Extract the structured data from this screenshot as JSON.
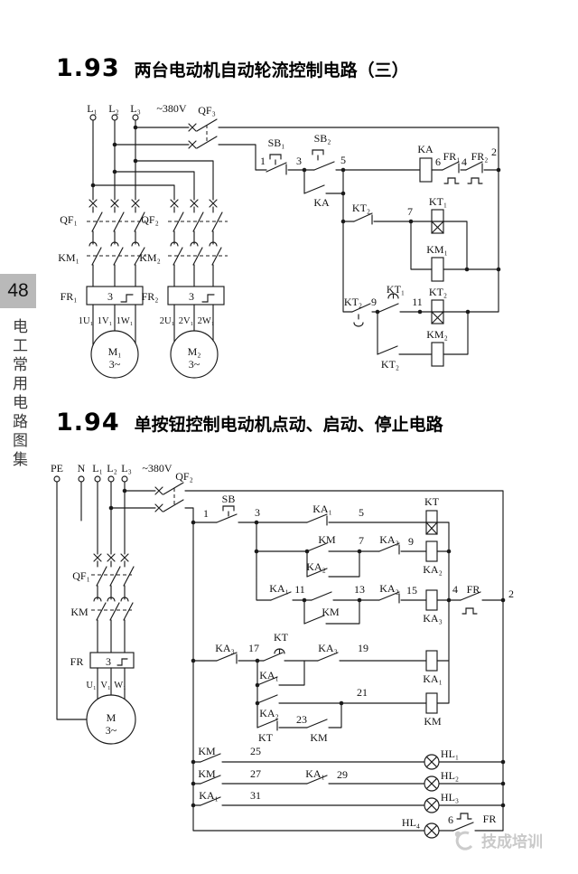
{
  "page": {
    "number": "48",
    "sidebar_title": "电工常用电路图集",
    "watermark": "技成培训"
  },
  "fig193": {
    "number": "1.93",
    "title": "两台电动机自动轮流控制电路（三）",
    "labels": {
      "l1": "L₁",
      "l2": "L₂",
      "l3": "L₃",
      "v380": "~380V",
      "qf3": "QF₃",
      "sb1": "SB₁",
      "sb2": "SB₂",
      "ka": "KA",
      "kt1": "KT₁",
      "kt2": "KT₂",
      "km1": "KM₁",
      "km2": "KM₂",
      "fr1": "FR₁",
      "fr2": "FR₂",
      "qf1": "QF₁",
      "qf2": "QF₂",
      "n1": "1",
      "n2": "2",
      "n3": "3",
      "n4": "4",
      "n5": "5",
      "n6": "6",
      "n7": "7",
      "n9": "9",
      "n11": "11",
      "fr_inner": "3",
      "t1u1": "1U₁",
      "t1v1": "1V₁",
      "t1w1": "1W₁",
      "t2u1": "2U₁",
      "t2v1": "2V₁",
      "t2w1": "2W₁",
      "m1": "M₁",
      "m2": "M₂",
      "phase3": "3~"
    }
  },
  "fig194": {
    "number": "1.94",
    "title": "单按钮控制电动机点动、启动、停止电路",
    "labels": {
      "pe": "PE",
      "n": "N",
      "l1": "L₁",
      "l2": "L₂",
      "l3": "L₃",
      "v380": "~380V",
      "qf2": "QF₂",
      "qf1": "QF₁",
      "sb": "SB",
      "kt": "KT",
      "km": "KM",
      "fr": "FR",
      "ka1": "KA₁",
      "ka2": "KA₂",
      "ka3": "KA₃",
      "hl1": "HL₁",
      "hl2": "HL₂",
      "hl3": "HL₃",
      "hl4": "HL₄",
      "n1": "1",
      "n2": "2",
      "n3": "3",
      "n4": "4",
      "n5": "5",
      "n6": "6",
      "n7": "7",
      "n9": "9",
      "n11": "11",
      "n13": "13",
      "n15": "15",
      "n17": "17",
      "n19": "19",
      "n21": "21",
      "n23": "23",
      "n25": "25",
      "n27": "27",
      "n29": "29",
      "n31": "31",
      "fr_inner": "3",
      "u1": "U₁",
      "v1": "V₁",
      "w1": "W₁",
      "m": "M",
      "phase3": "3~"
    }
  }
}
